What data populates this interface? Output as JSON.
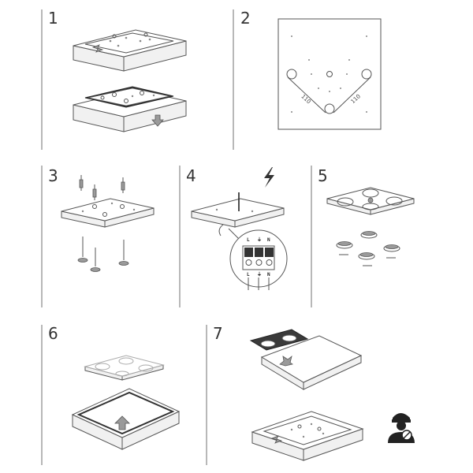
{
  "steps": [
    {
      "number": "1"
    },
    {
      "number": "2"
    },
    {
      "number": "3"
    },
    {
      "number": "4"
    },
    {
      "number": "5"
    },
    {
      "number": "6"
    },
    {
      "number": "7"
    }
  ],
  "dimensions": {
    "left": "110",
    "right": "110"
  },
  "terminal": {
    "top_labels": [
      "L",
      "⏚",
      "N"
    ],
    "bottom_labels": [
      "L",
      "⏚",
      "N"
    ]
  },
  "icons": {
    "step4": "lightning-bolt-icon",
    "step7": "electrician-prohibited-icon"
  }
}
